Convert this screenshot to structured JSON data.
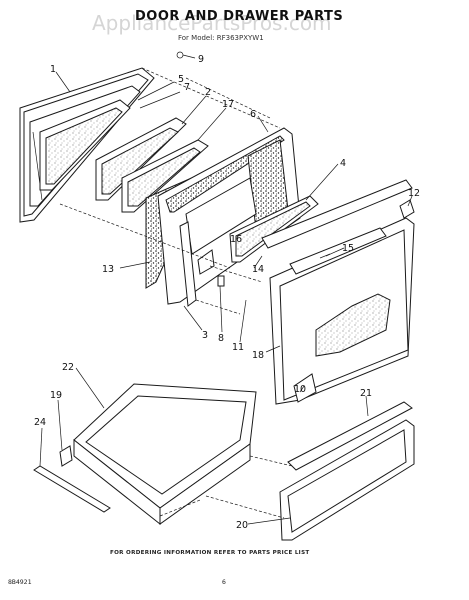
{
  "watermark": "AppliancePartsPros.com",
  "title": "DOOR AND DRAWER PARTS",
  "subtitle": "For Model: RF363PXYW1",
  "callouts": [
    "1",
    "2",
    "3",
    "4",
    "5",
    "6",
    "7",
    "8",
    "9",
    "10",
    "11",
    "12",
    "13",
    "14",
    "15",
    "16",
    "17",
    "18",
    "19",
    "20",
    "21",
    "22",
    "24"
  ],
  "footer_note": "FOR ORDERING INFORMATION REFER TO PARTS PRICE LIST",
  "doc_number": "8B4921",
  "page_number": "6"
}
